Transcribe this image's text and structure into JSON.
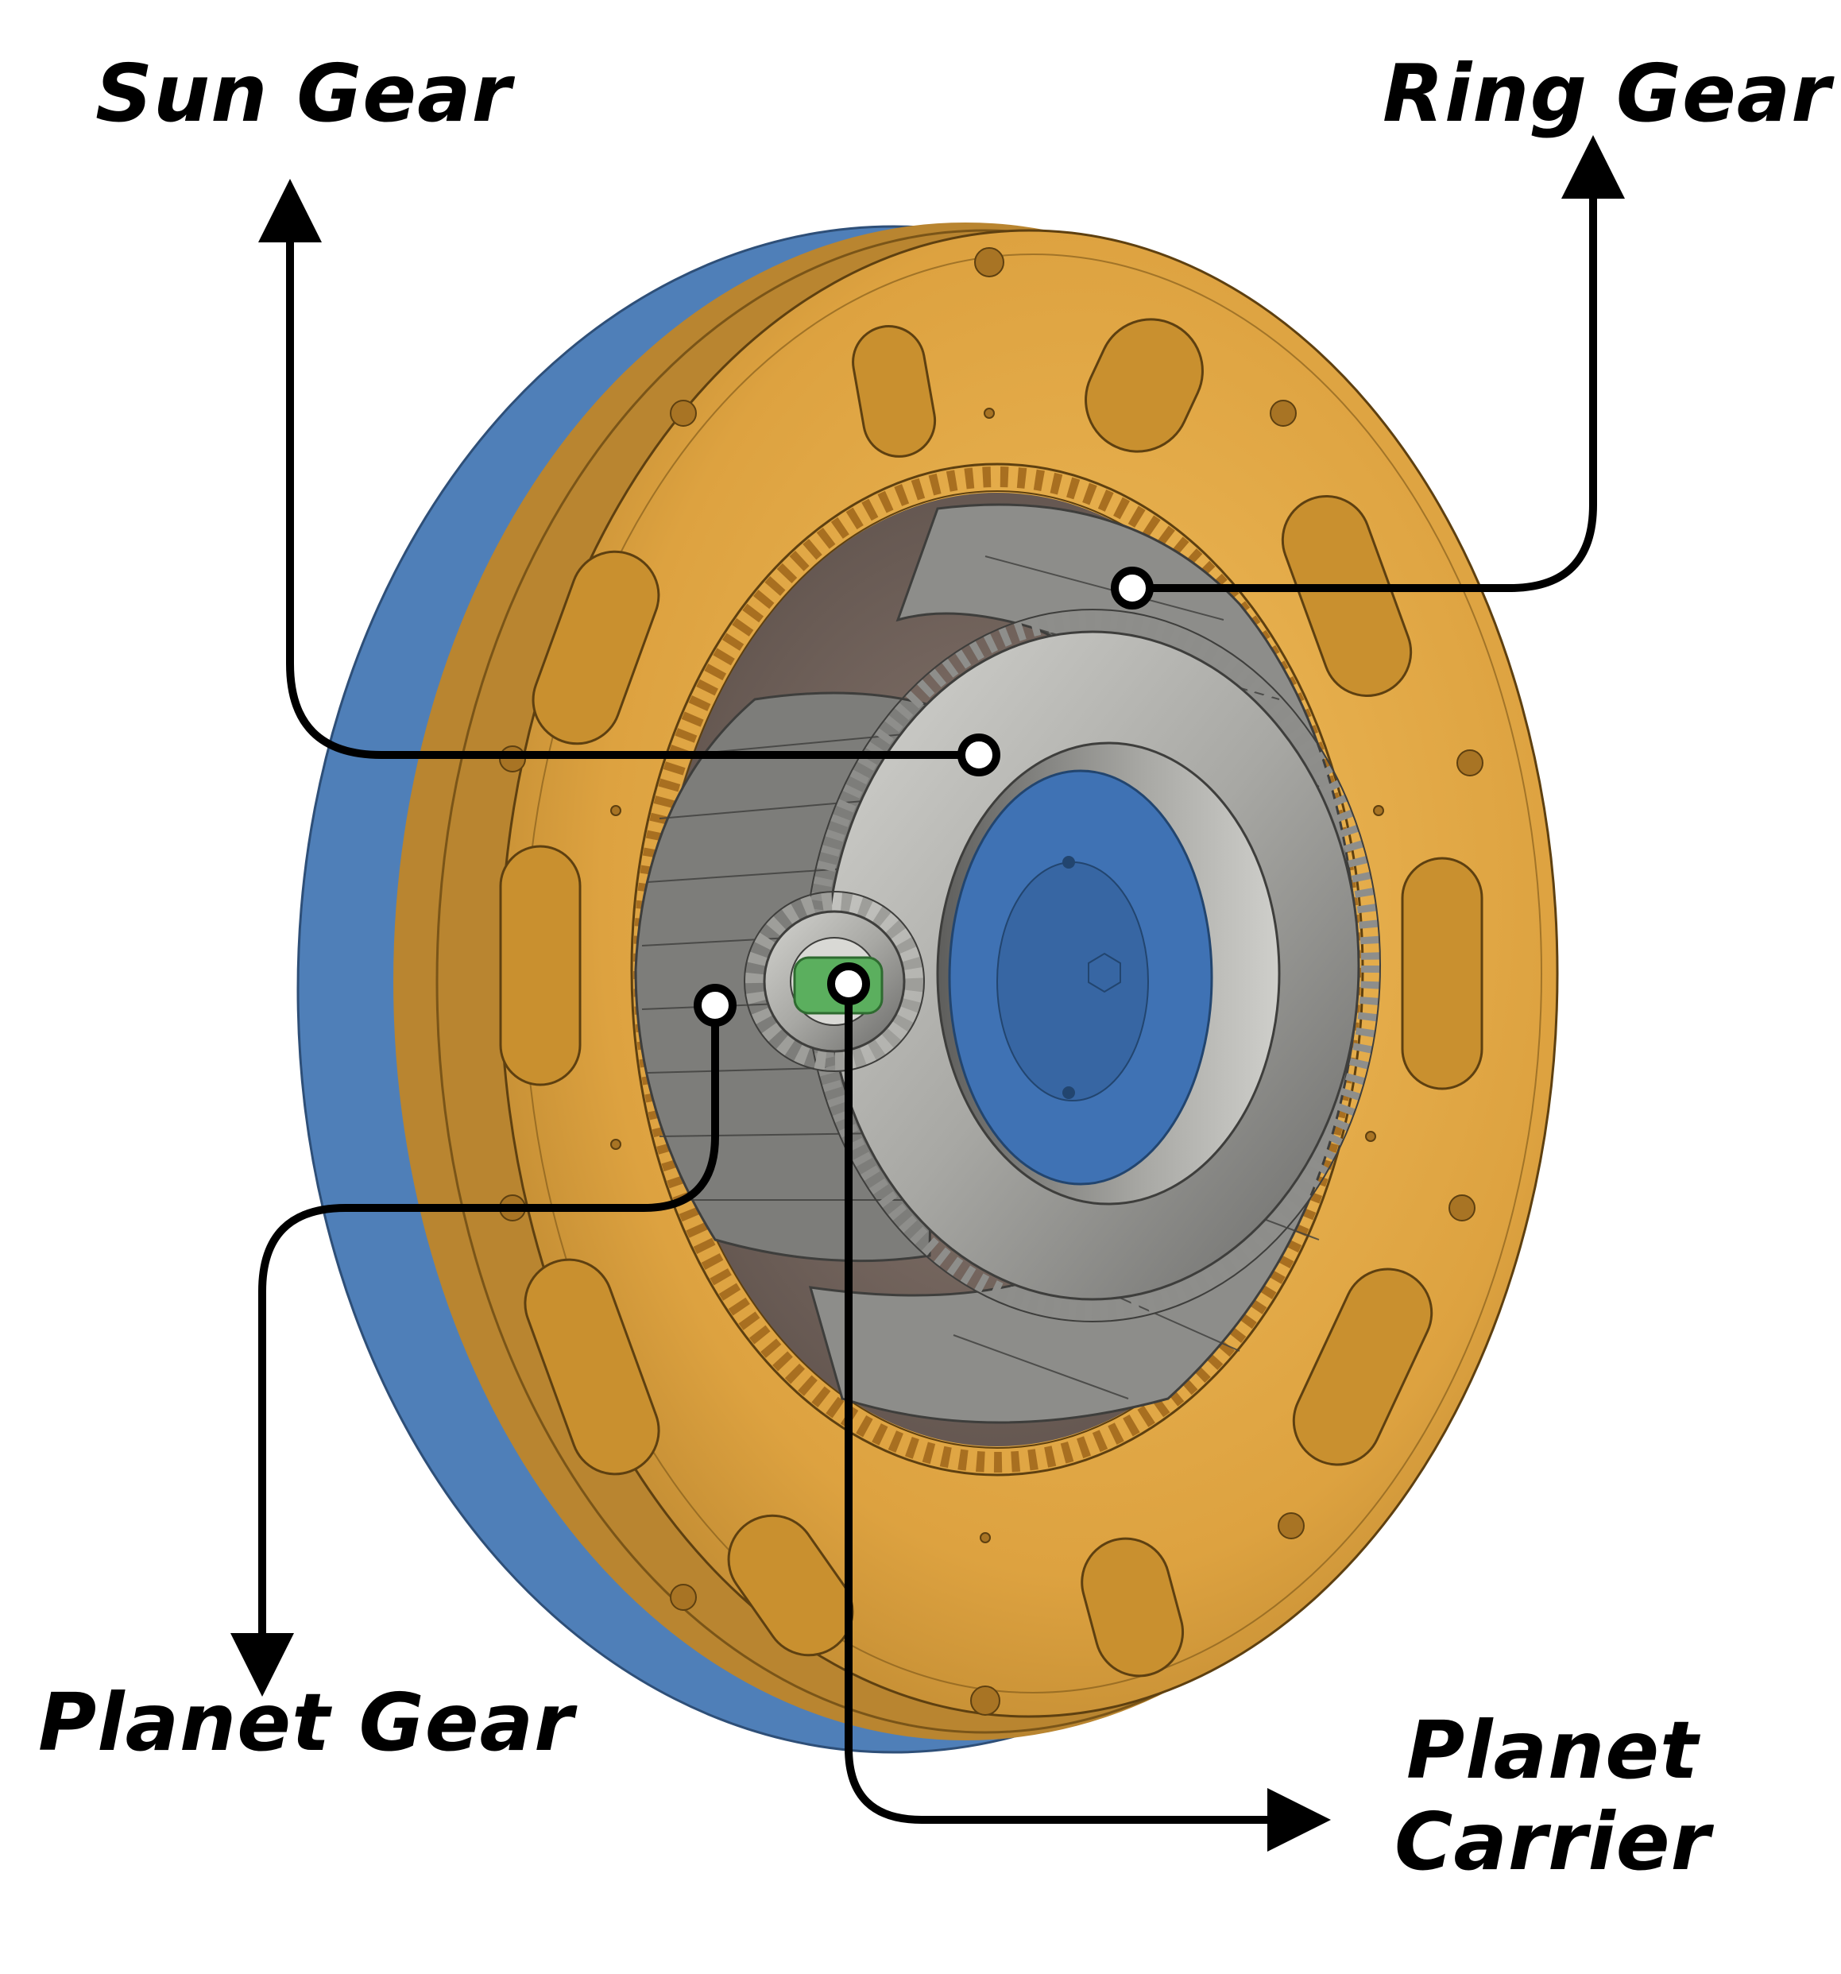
{
  "labels": {
    "sun_gear": "Sun Gear",
    "ring_gear": "Ring Gear",
    "planet_gear": "Planet Gear",
    "planet_carrier_line1": "Planet",
    "planet_carrier_line2": "Carrier"
  },
  "colors": {
    "housing": "#E0A640",
    "housing_shadow": "#B98530",
    "back_plate": "#4F7FB8",
    "gear_steel": "#A9A9A6",
    "gear_dark": "#6E6E6C",
    "cavity": "#7A6A63",
    "carrier_blue": "#3F72B4",
    "shaft_green": "#5BAF5E",
    "leader_line": "#000000"
  }
}
